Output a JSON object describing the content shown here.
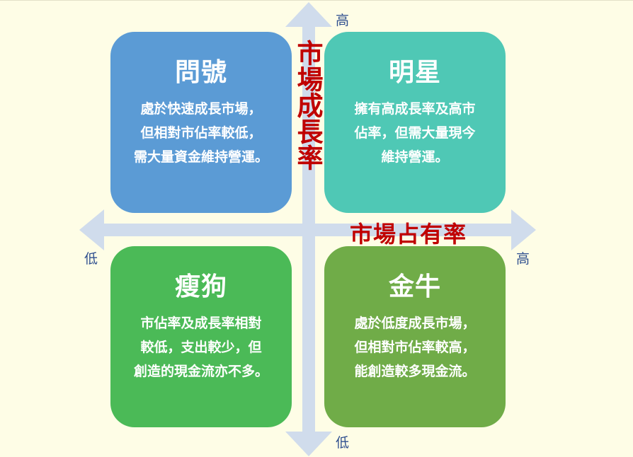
{
  "axes": {
    "vertical_label": "市場成長率",
    "horizontal_label": "市場占有率",
    "vertical_high": "高",
    "vertical_low": "低",
    "horizontal_low": "低",
    "horizontal_high": "高",
    "arrow_color": "#d0dcec"
  },
  "quadrants": {
    "question": {
      "title": "問號",
      "lines": [
        "處於快速成長市場，",
        "但相對市佔率較低，",
        "需大量資金維持營運。"
      ],
      "color": "#5b9bd5"
    },
    "star": {
      "title": "明星",
      "lines": [
        "擁有高成長率及高市",
        "佔率，但需大量現今",
        "維持營運。"
      ],
      "color": "#4fc8b5"
    },
    "dog": {
      "title": "瘦狗",
      "lines": [
        "市佔率及成長率相對",
        "較低，支出較少，但",
        "創造的現金流亦不多。"
      ],
      "color": "#4bba57"
    },
    "cow": {
      "title": "金牛",
      "lines": [
        "處於低度成長市場，",
        "但相對市佔率較高，",
        "能創造較多現金流。"
      ],
      "color": "#70ac48"
    }
  }
}
